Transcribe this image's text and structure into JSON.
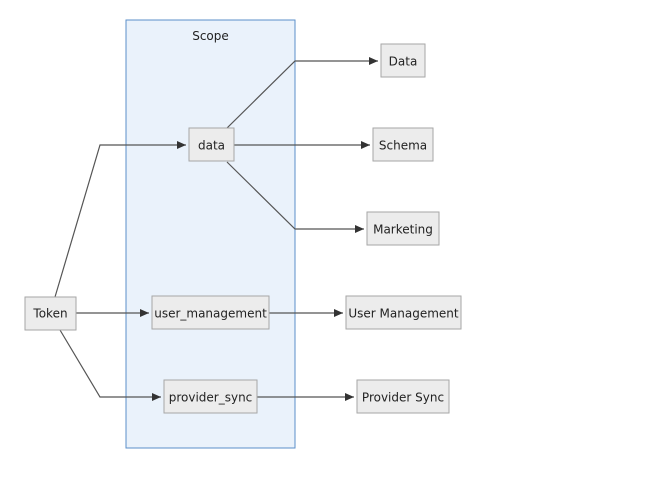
{
  "diagram": {
    "cluster": {
      "label": "Scope"
    },
    "nodes": {
      "token": "Token",
      "data": "data",
      "user_management": "user_management",
      "provider_sync": "provider_sync",
      "data_target": "Data",
      "schema": "Schema",
      "marketing": "Marketing",
      "user_management_target": "User Management",
      "provider_sync_target": "Provider Sync"
    },
    "edges": [
      {
        "from": "token",
        "to": "data"
      },
      {
        "from": "token",
        "to": "user_management"
      },
      {
        "from": "token",
        "to": "provider_sync"
      },
      {
        "from": "data",
        "to": "data_target"
      },
      {
        "from": "data",
        "to": "schema"
      },
      {
        "from": "data",
        "to": "marketing"
      },
      {
        "from": "user_management",
        "to": "user_management_target"
      },
      {
        "from": "provider_sync",
        "to": "provider_sync_target"
      }
    ]
  }
}
